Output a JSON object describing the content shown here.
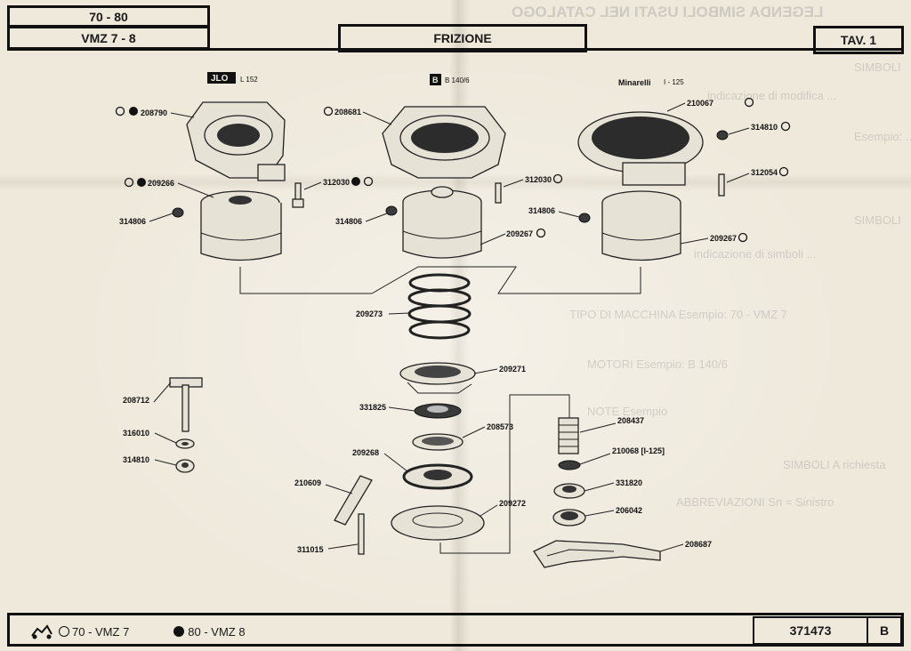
{
  "header": {
    "model_range": "70 - 80",
    "model_name": "VMZ 7 - 8",
    "section_title": "FRIZIONE",
    "plate": "TAV. 1"
  },
  "background_text": {
    "legend_title": "LEGENDA SIMBOLI USATI NEL CATALOGO",
    "rows": [
      "SIMBOLI",
      "indicazione di modifica ...",
      "Esempio: ...",
      "SIMBOLI",
      "indicazione di simboli ...",
      "TIPO DI MACCHINA  Esempio: 70 - VMZ 7",
      "MOTORI  Esempio: B 140/6",
      "NOTE  Esempio",
      "SIMBOLI  A richiesta",
      "ABBREVIAZIONI  Sn = Sinistro"
    ]
  },
  "brands": [
    {
      "name": "JLO",
      "code": "L 152"
    },
    {
      "name": "B",
      "code": "B 140/6"
    },
    {
      "name": "Minarelli",
      "code": "I - 125"
    }
  ],
  "part_numbers": {
    "p208790": "208790",
    "p209266": "209266",
    "p314806a": "314806",
    "p312030a": "312030",
    "p208681": "208681",
    "p314806b": "314806",
    "p312030b": "312030",
    "p209267a": "209267",
    "p210067": "210067",
    "p314810a": "314810",
    "p312054": "312054",
    "p314806c": "314806",
    "p209267b": "209267",
    "p209273": "209273",
    "p209271": "209271",
    "p331825": "331825",
    "p208573": "208573",
    "p209268": "209268",
    "p209272": "209272",
    "p208712": "208712",
    "p316010": "316010",
    "p314810b": "314810",
    "p210609": "210609",
    "p311015": "311015",
    "p208437": "208437",
    "p210068": "210068 [I-125]",
    "p331820": "331820",
    "p206042": "206042",
    "p208687": "208687"
  },
  "footer": {
    "legend_1": "70 - VMZ 7",
    "legend_2": "80 - VMZ 8",
    "catalog_number": "371473",
    "edition": "B"
  },
  "colors": {
    "ink": "#111111",
    "paper": "#efe9dc",
    "ghost": "#5a5a6e"
  }
}
